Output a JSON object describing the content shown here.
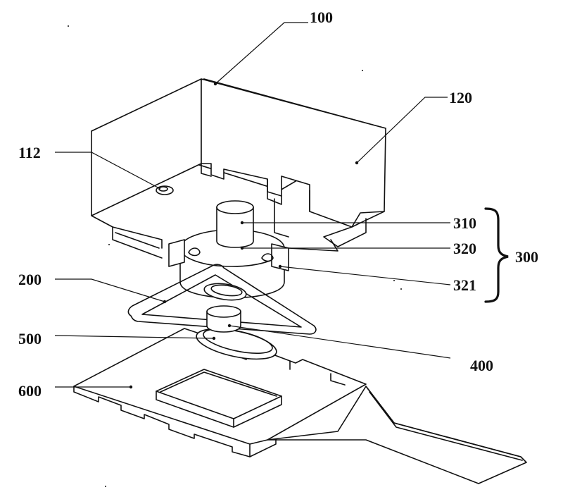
{
  "labels": {
    "l100": "100",
    "l120": "120",
    "l112": "112",
    "l310": "310",
    "l320": "320",
    "l321": "321",
    "l300": "300",
    "l200": "200",
    "l500": "500",
    "l400": "400",
    "l600": "600"
  }
}
